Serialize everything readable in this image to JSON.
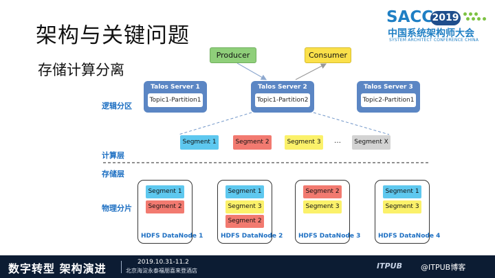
{
  "title": "架构与关键问题",
  "subtitle": "存储计算分离",
  "logo": {
    "sacc": "SACC",
    "year": "2019",
    "cn": "中国系统架构师大会",
    "en": "SYSTEM ARCHITECT CONFERENCE CHINA"
  },
  "producer": "Producer",
  "consumer": "Consumer",
  "labels": {
    "logical_partition": "逻辑分区",
    "compute_layer": "计算层",
    "storage_layer": "存储层",
    "physical_shard": "物理分片"
  },
  "servers": [
    {
      "name": "Talos Server 1",
      "partition": "Topic1-Partition1"
    },
    {
      "name": "Talos Server 2",
      "partition": "Topic1-Partition2"
    },
    {
      "name": "Talos Server 3",
      "partition": "Topic2-Partition1"
    }
  ],
  "segments": [
    {
      "label": "Segment 1",
      "color": "#5ec8ef"
    },
    {
      "label": "Segment 2",
      "color": "#f27a70"
    },
    {
      "label": "Segment 3",
      "color": "#fbf16a"
    },
    {
      "label": "…"
    },
    {
      "label": "Segment X",
      "color": "#d3d3d3"
    }
  ],
  "datanodes": [
    {
      "name": "HDFS DataNode 1",
      "segments": [
        "Segment 1",
        "Segment 2"
      ]
    },
    {
      "name": "HDFS DataNode 2",
      "segments": [
        "Segment 1",
        "Segment 3",
        "Segment 2"
      ]
    },
    {
      "name": "HDFS DataNode 3",
      "segments": [
        "Segment 2",
        "Segment 3"
      ]
    },
    {
      "name": "HDFS DataNode 4",
      "segments": [
        "Segment 1",
        "Segment 3"
      ]
    }
  ],
  "footer": {
    "slogan": "数字转型 架构演进",
    "date": "2019.10.31-11.2",
    "venue": "北京海淀永泰福朋喜来登酒店",
    "brand": "ITPUB",
    "watermark": "@ITPUB博客"
  },
  "colors": {
    "accent_blue": "#1d6fc2",
    "server_blue": "#5b86c4",
    "footer_bg": "#0c1c33"
  }
}
